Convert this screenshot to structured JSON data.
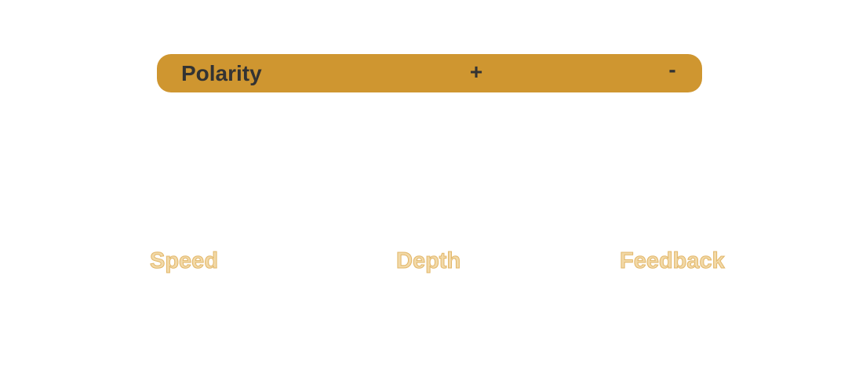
{
  "polarity": {
    "label": "Polarity",
    "options": [
      "+",
      "-"
    ]
  },
  "controls": {
    "speed": "Speed",
    "depth": "Depth",
    "feedback": "Feedback"
  },
  "colors": {
    "bar": "#cf9630",
    "bar_text": "#333333",
    "control_label": "#f2d9a8",
    "control_label_outline": "#e2b667"
  }
}
